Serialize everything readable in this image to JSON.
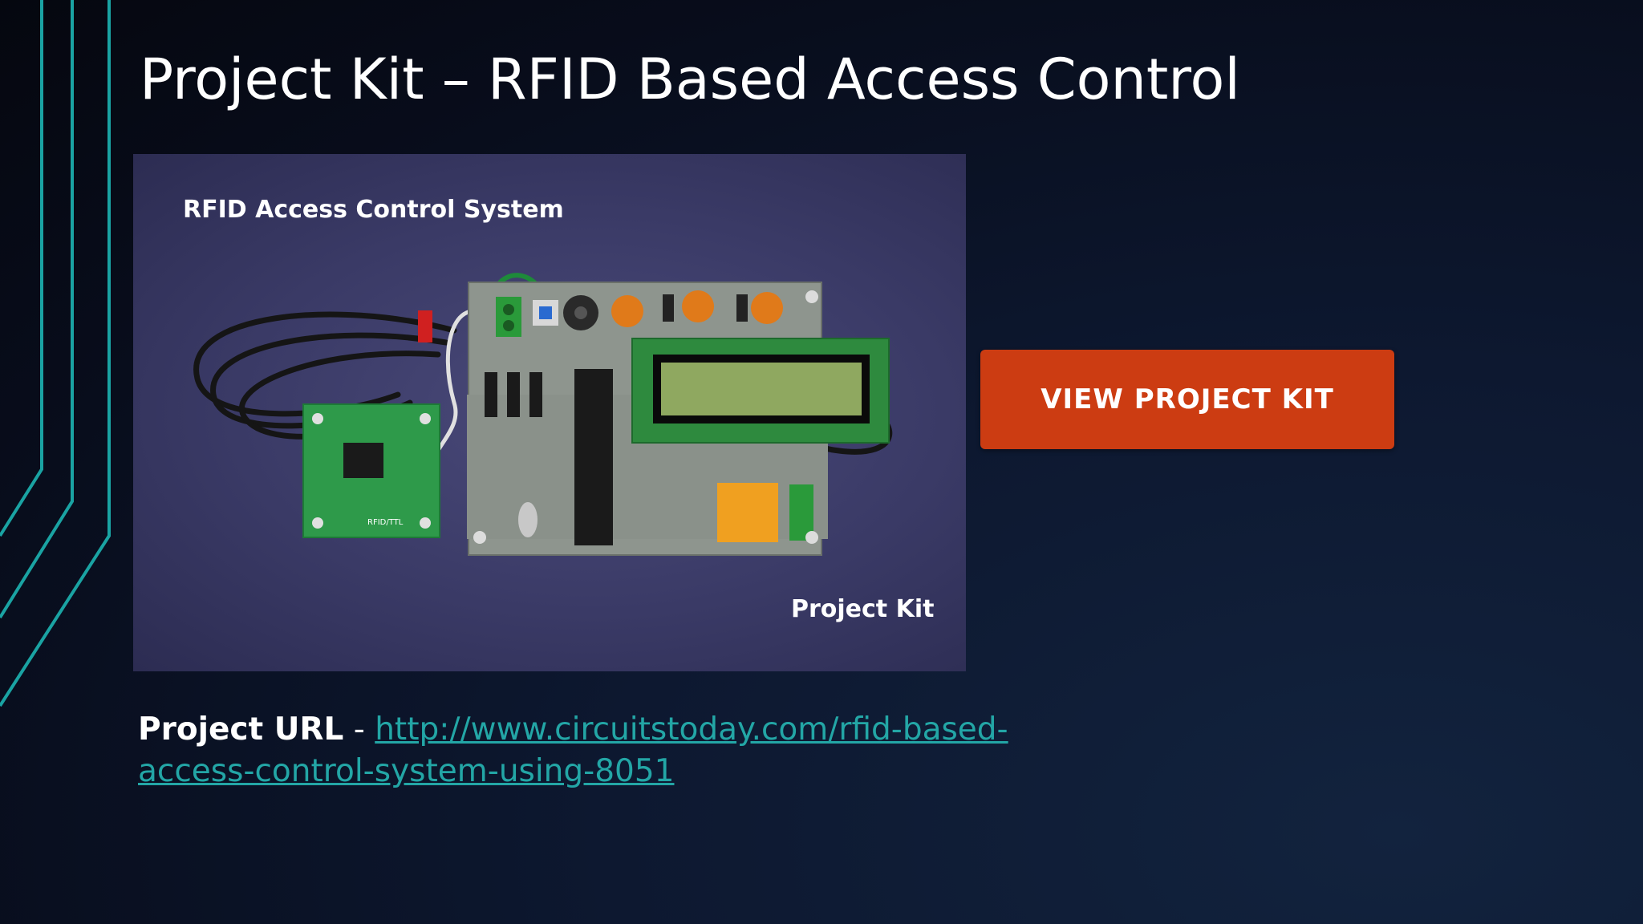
{
  "slide": {
    "title": "Project Kit – RFID Based Access Control"
  },
  "photo": {
    "caption_top": "RFID Access Control System",
    "caption_bottom": "Project Kit",
    "rfid_board_label": "RFID/TTL"
  },
  "cta": {
    "label": "VIEW PROJECT KIT"
  },
  "project_url": {
    "label": "Project URL",
    "separator": " - ",
    "link_text": "http://www.circuitstoday.com/rfid-based-access-control-system-using-8051"
  },
  "colors": {
    "accent_teal": "#1fa0a0",
    "button_orange": "#cc3c12",
    "link_teal": "#23a6a6",
    "background": "#0a1224"
  }
}
